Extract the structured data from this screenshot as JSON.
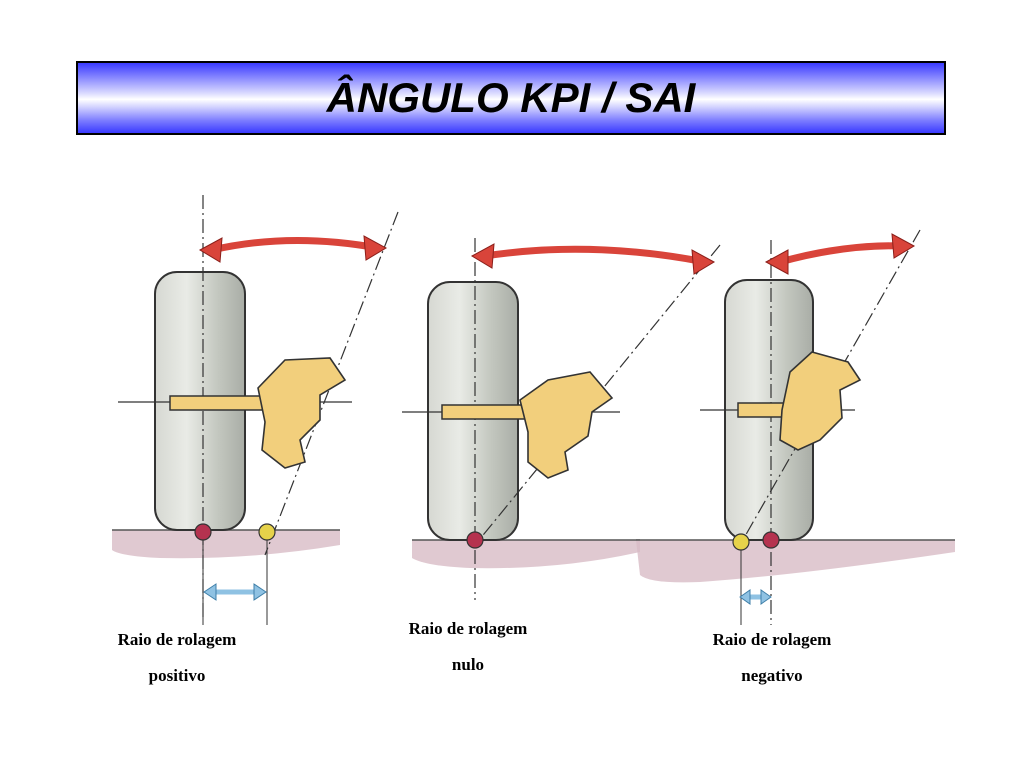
{
  "title": "ÂNGULO KPI / SAI",
  "panels": [
    {
      "caption_line1": "Raio de rolagem",
      "caption_line2": "positivo"
    },
    {
      "caption_line1": "Raio de rolagem",
      "caption_line2": "nulo"
    },
    {
      "caption_line1": "Raio de rolagem",
      "caption_line2": "negativo"
    }
  ],
  "colors": {
    "arrow_red": "#d9443a",
    "tire_gray": "#c9cdc5",
    "knuckle_yellow": "#f2cf7c",
    "ground_pink": "#c9a9b5",
    "contact_point": "#b5324f",
    "offset_arrow_blue": "#8fc2e3"
  }
}
